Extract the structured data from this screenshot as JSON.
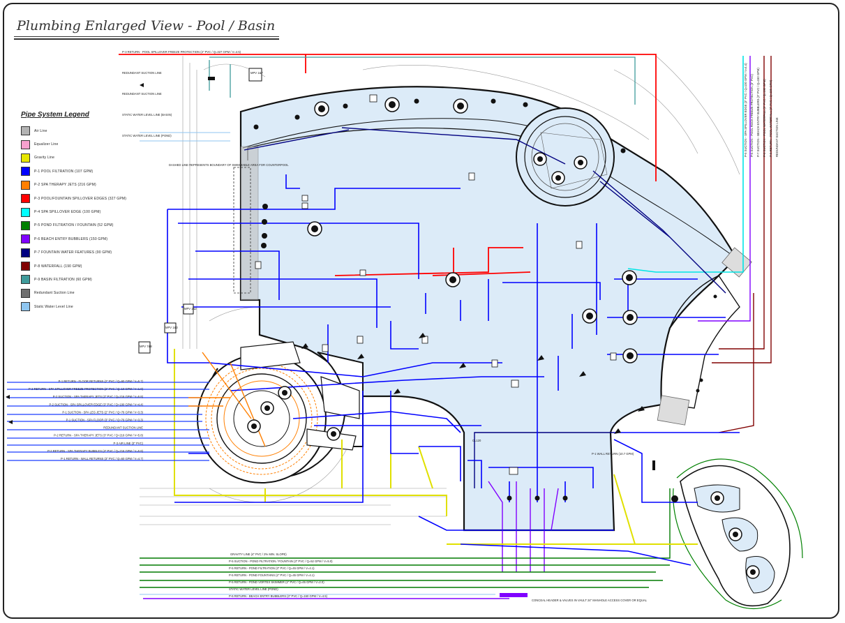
{
  "title": "Plumbing Enlarged View - Pool / Basin",
  "legend": {
    "title": "Pipe System Legend",
    "items": [
      {
        "label": "Air Line",
        "color": "#b3b3b3"
      },
      {
        "label": "Equalizer Line",
        "color": "#f7a1cf"
      },
      {
        "label": "Gravity Line",
        "color": "#e6e600"
      },
      {
        "label": "P-1 POOL FILTRATION (107 GPM)",
        "color": "#0000ff"
      },
      {
        "label": "P-2 SPA THERAPY JETS (216 GPM)",
        "color": "#ff7f00"
      },
      {
        "label": "P-3 POOL/FOUNTAIN SPILLOVER EDGES (327 GPM)",
        "color": "#ff0000"
      },
      {
        "label": "P-4 SPA SPILLOVER EDGE (100 GPM)",
        "color": "#00ffff"
      },
      {
        "label": "P-5 POND FILTRATION / FOUNTAIN (52 GPM)",
        "color": "#008000"
      },
      {
        "label": "P-6 BEACH ENTRY BUBBLERS (150 GPM)",
        "color": "#8000ff"
      },
      {
        "label": "P-7 FOUNTAIN WATER FEATURES (90 GPM)",
        "color": "#000080"
      },
      {
        "label": "P-8 WATERFALL (190 GPM)",
        "color": "#800000"
      },
      {
        "label": "P-9 BASIN FILTRATION (60 GPM)",
        "color": "#3f9b9b"
      },
      {
        "label": "Redundant Suction Line",
        "color": "#707070"
      },
      {
        "label": "Static Water Level Line",
        "color": "#8fc6f0"
      }
    ]
  },
  "colors": {
    "pool_fill": "#dcebf8",
    "outline": "#111111"
  },
  "left_lines": [
    "P-1 RETURN - FLOOR RETURNS (2\" PVC / Q=60 GPM / V=5.7)",
    "P-2 RETURN - SPA SPILLOVER FREEZE PROTECTION (2\" PVC / Q=10 GPM / V=1.0)",
    "P-2 SUCTION - SPA THERAPY JETS (3\" PVC / Q=216 GPM / V=5.8)",
    "P-2 SUCTION - SPA SPILLOVER EDGE (3\" PVC / Q=100 GPM / V=4.4)",
    "P-1 SUCTION - SPA LEG JETS (2\" PVC / Q=76 GPM / V=3.3)",
    "P-1 SUCTION - SPA FLOOR (3\" PVC / Q=76 GPM / V=3.3)",
    "REDUNDANT SUCTION LINE",
    "P-2 RETURN - SPA THERAPY JETS (3\" PVC / Q=216 GPM / V=5.8)",
    "P-3 AIR LINE (3\" PVC)",
    "P-2 RETURN - SPA THERAPY BUBBLES (3\" PVC / Q=216 GPM / V=5.8)",
    "P-1 RETURN - WALL RETURNS (3\" PVC / Q=60 GPM / V=4.7)"
  ],
  "bottom_lines": [
    "P-5 SUCTION - POND FILTRATION / FOUNTAIN (3\" PVC / Q=52 GPM / V=5.0)",
    "P-5 RETURN - POND FILTRATION (3\" PVC / Q=45 GPM / V=4.1)",
    "P-5 RETURN - POND FOUNTAINS (2\" PVC / Q=45 GPM / V=4.1)",
    "P-5 RETURN - POND VORTEX SKIMMER (2\" PVC / Q=45 GPM / V=2.0)",
    "STATIC WATER LEVEL LINE (POND)",
    "P-6 RETURN - BEACH ENTRY BUBBLERS (3\" PVC / Q=150 GPM / V=4.5)"
  ],
  "right_lines": [
    "P-5 SUCTION - SPA SPILLOVER EDGE (3\" PVC / Q=100 GPM / V=4.4)",
    "P-6 SUCTION - POOL ROCK FREEZE PROTECTION (3\" PVC)",
    "P-7 SUCTION - BEACH ENTRY BUBBLERS (3\" PVC / Q=150 GPM)",
    "P-8 SUCTION - POOL WATERFALL (3\" PVC / Q=190 GPM)",
    "P-9 RETURN - POOL WATERFALL (3\" PVC / Q=190 GPM)",
    "REDUNDANT SUCTION LINE"
  ],
  "top_lines": [
    "P-3 RETURN - POOL SPILLOVER FREEZE PROTECTION (2\" PVC / Q=327 GPM / V=4.5)",
    "REDUNDANT SUCTION LINE",
    "REDUNDANT SUCTION LINE",
    "STATIC WATER LEVEL LINE (BASIN)",
    "STATIC WATER LEVEL LINE (POND)"
  ],
  "labels": {
    "mpv_a": "MPV 1&7",
    "mpv_b": "MPV 1&2",
    "mpv_c": "MPV 1&3",
    "mpv_d": "MPV 7&8",
    "wall_return": "P-1 WALL RETURN (10.7 GPM)",
    "gravity_line": "GRAVITY LINE (4\" PVC / 2% MIN. SLOPE)",
    "conceal": "CONCEAL HEADER & VALVES IN VAULT 24\" MANHOLE ACCESS COVER OR EQUAL",
    "cl120": "CL120",
    "dashed_note": "DASHED LINE REPRESENTS BOUNDARY OF SWIMMABLE AREA FOR COUNTERPOOL"
  }
}
